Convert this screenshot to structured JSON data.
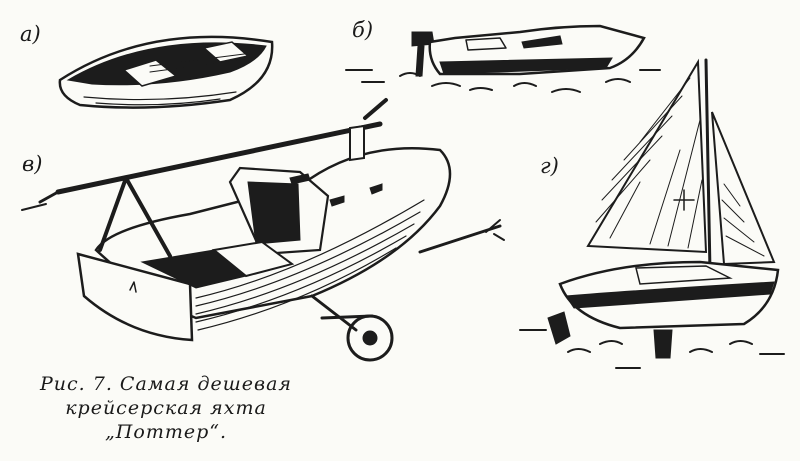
{
  "panels": {
    "a": "а)",
    "b": "б)",
    "v": "в)",
    "g": "г)"
  },
  "caption": {
    "line1": "Рис. 7. Самая дешевая",
    "line2": "крейсерская яхта",
    "line3": "„Поттер“."
  }
}
